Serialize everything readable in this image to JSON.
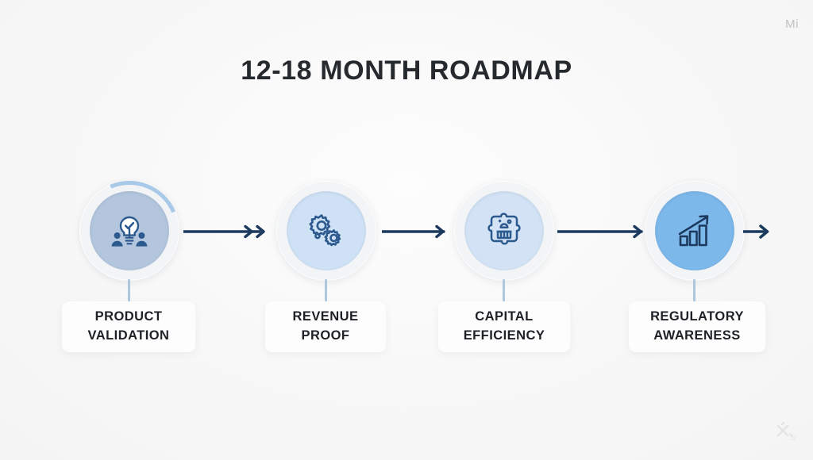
{
  "slide": {
    "title": "12-18 MONTH ROADMAP",
    "background_color": "#f7f7f7",
    "watermark_top_right": "Mi",
    "watermark_bottom_right": "logo-mark"
  },
  "theme": {
    "arrow_color": "#1c3a5e",
    "icon_color": "#2c5a8f",
    "stem_color": "#aec6de",
    "title_color": "#26292e",
    "ring_color": "#f3f4f6",
    "ring_accent_color": "#a9c9e9"
  },
  "roadmap": {
    "stages": [
      {
        "id": "product-validation",
        "order": "1",
        "label_line1": "PRODUCT",
        "label_line2": "VALIDATION",
        "icon": "lightbulb-check-people-icon",
        "disc_color": "#b3c6dd",
        "has_ring_accent": "true"
      },
      {
        "id": "revenue-proof",
        "order": "2",
        "label_line1": "REVENUE",
        "label_line2": "PROOF",
        "icon": "gears-icon",
        "disc_color": "#cfe1f4",
        "has_ring_accent": "false"
      },
      {
        "id": "capital-efficiency",
        "order": "3",
        "label_line1": "CAPITAL",
        "label_line2": "EFFICIENCY",
        "icon": "bank-puzzle-icon",
        "disc_color": "#d3e3f5",
        "has_ring_accent": "false"
      },
      {
        "id": "regulatory-awareness",
        "order": "4",
        "label_line1": "REGULATORY",
        "label_line2": "AWARENESS",
        "icon": "growth-bar-chart-arrow-icon",
        "disc_color": "#7db8ea",
        "has_ring_accent": "false"
      }
    ],
    "connectors": [
      {
        "id": "connector-1",
        "style": "double-chevron-arrow"
      },
      {
        "id": "connector-2",
        "style": "single-arrow"
      },
      {
        "id": "connector-3",
        "style": "single-arrow"
      },
      {
        "id": "connector-4",
        "style": "terminal-arrow"
      }
    ]
  }
}
